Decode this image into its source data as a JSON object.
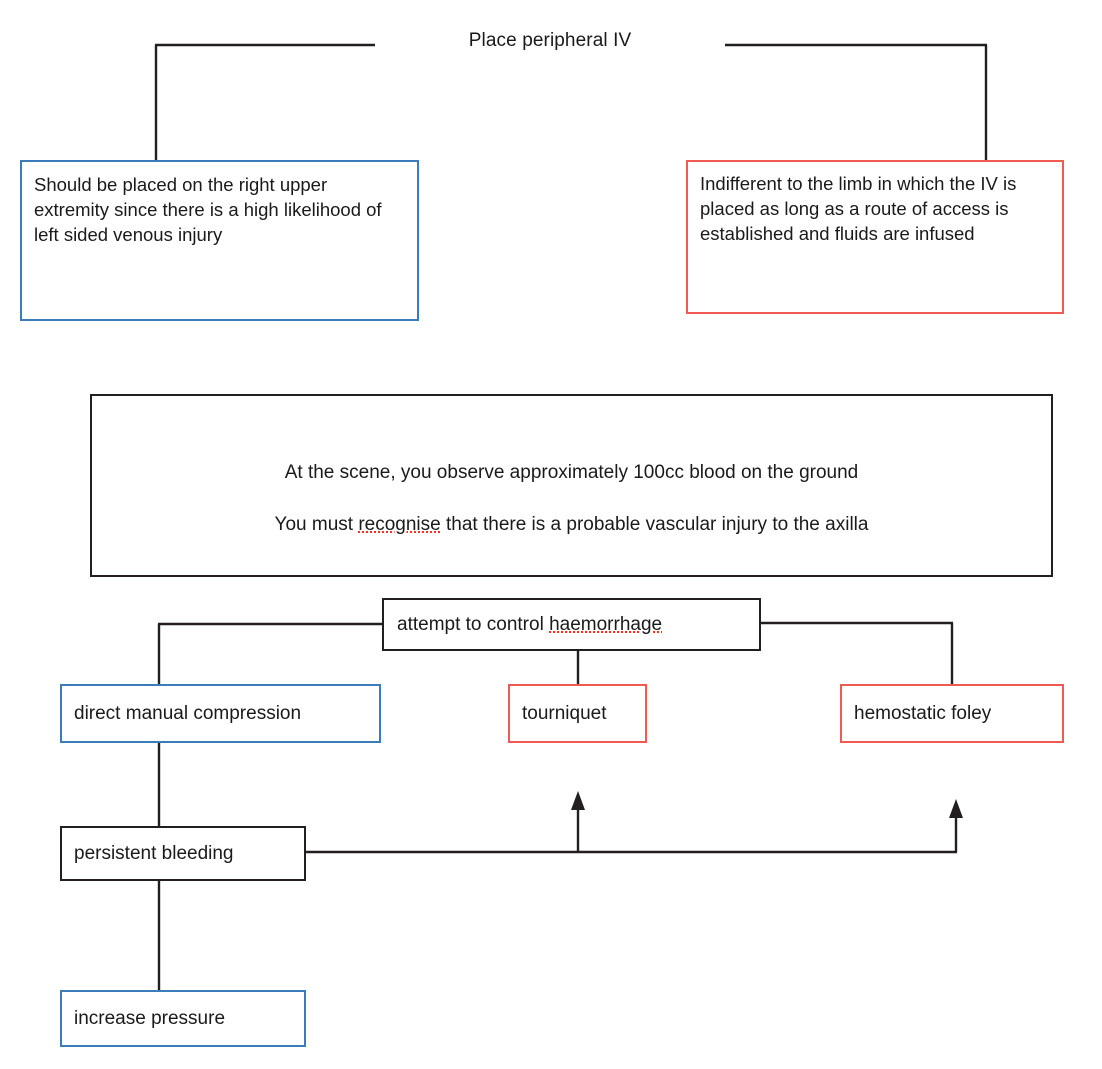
{
  "diagram": {
    "title": "Place peripheral IV",
    "nodes": {
      "right_extremity": "Should be placed on the right upper extremity since there is a high likelihood of left sided venous injury",
      "indifferent_limb": "Indifferent to the limb in which the IV is placed as long as a route of access is established and fluids are infused",
      "scene_line1": "At the scene, you observe approximately 100cc blood on the ground",
      "scene_line2_before": "You must ",
      "scene_line2_misspelled": "recognise",
      "scene_line2_after": " that there is a probable vascular injury to the axilla",
      "control_haemorrhage_before": "attempt to control ",
      "control_haemorrhage_misspelled": "haemorrhage",
      "direct_compression": "direct manual compression",
      "tourniquet": "tourniquet",
      "hemostatic_foley": "hemostatic foley",
      "persistent_bleeding": "persistent bleeding",
      "increase_pressure": "increase pressure"
    },
    "colors": {
      "black": "#231f20",
      "blue": "#3a7dba",
      "red": "#ef5b53",
      "spellcheck_underline": "#ff2d1a",
      "background": "#ffffff"
    }
  }
}
